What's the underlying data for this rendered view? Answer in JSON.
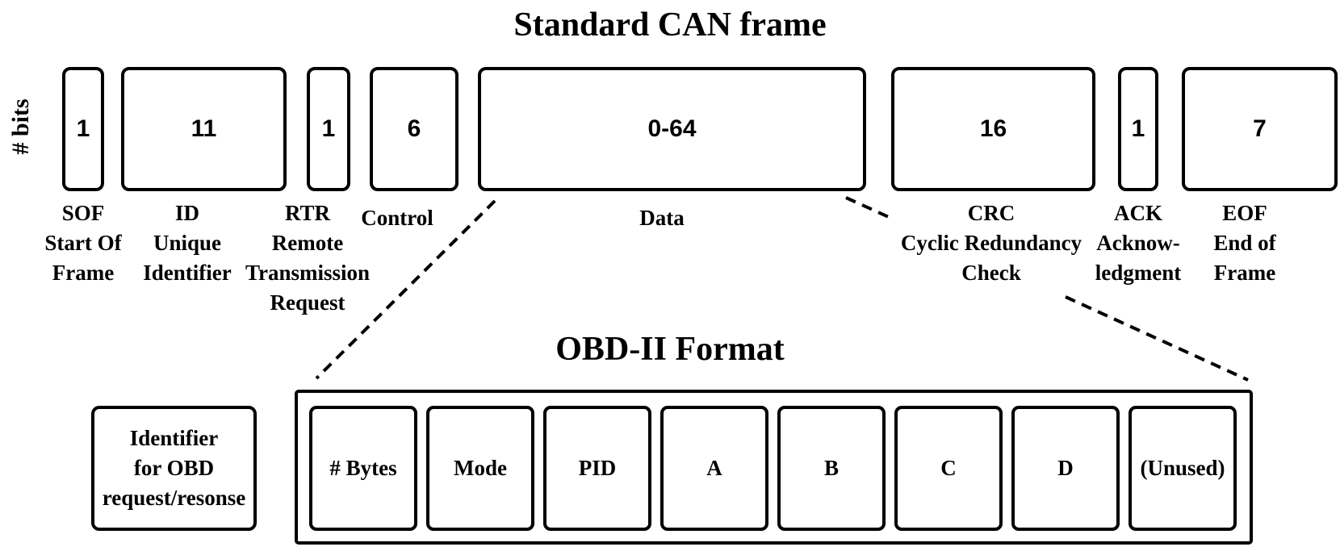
{
  "title": "Standard CAN frame",
  "bits_axis_label": "# bits",
  "can_frame": {
    "fields": [
      {
        "name": "sof",
        "bits": "1",
        "label": "SOF\nStart Of\nFrame"
      },
      {
        "name": "id",
        "bits": "11",
        "label": "ID\nUnique\nIdentifier"
      },
      {
        "name": "rtr",
        "bits": "1",
        "label": "RTR\nRemote\nTransmission\nRequest"
      },
      {
        "name": "control",
        "bits": "6",
        "label": "Control"
      },
      {
        "name": "data",
        "bits": "0-64",
        "label": "Data"
      },
      {
        "name": "crc",
        "bits": "16",
        "label": "CRC\nCyclic Redundancy\nCheck"
      },
      {
        "name": "ack",
        "bits": "1",
        "label": "ACK\nAcknow-\nledgment"
      },
      {
        "name": "eof",
        "bits": "7",
        "label": "EOF\nEnd of\nFrame"
      }
    ]
  },
  "obd": {
    "title": "OBD-II Format",
    "identifier_label": "Identifier\nfor OBD\nrequest/resonse",
    "fields": [
      "# Bytes",
      "Mode",
      "PID",
      "A",
      "B",
      "C",
      "D",
      "(Unused)"
    ]
  },
  "colors": {
    "line": "#000000",
    "background": "#ffffff"
  }
}
